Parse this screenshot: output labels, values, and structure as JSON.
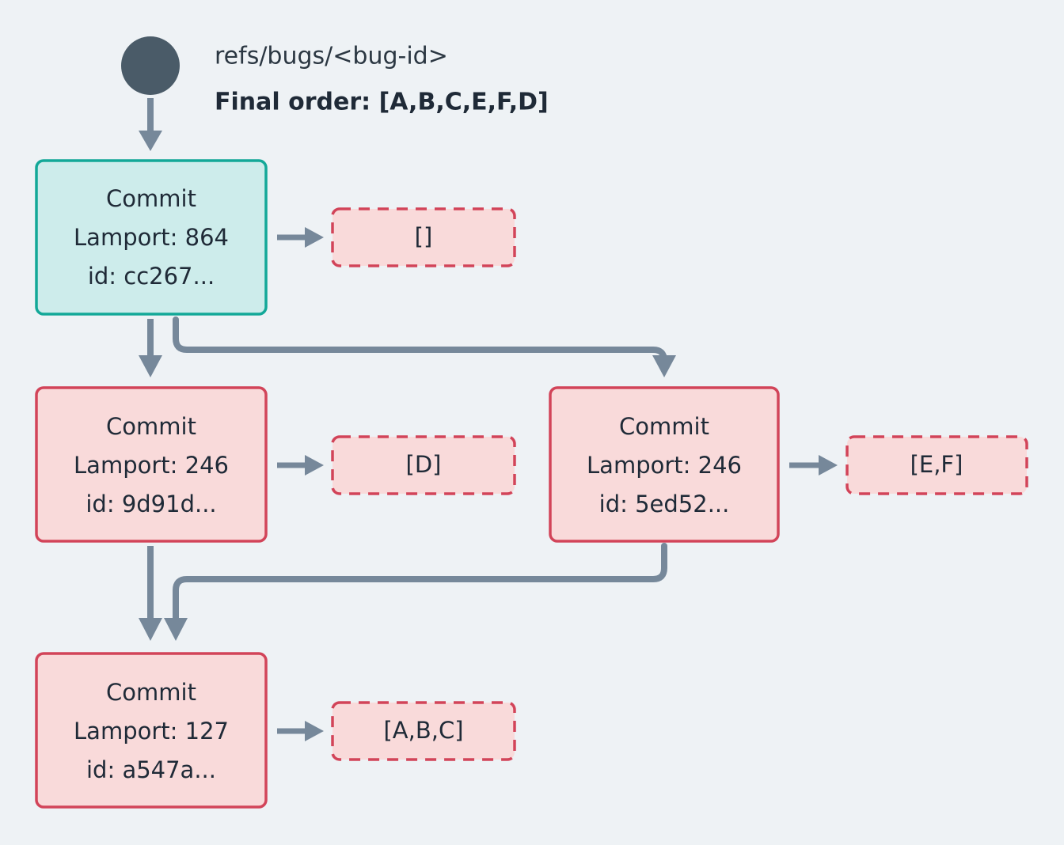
{
  "diagram": {
    "title_ref": "refs/bugs/<bug-id>",
    "final_order": "Final order: [A,B,C,E,F,D]",
    "root_node_name": "root-ref-node",
    "colors": {
      "background": "#eef2f5",
      "root_circle": "#4a5b68",
      "edge": "#76889a",
      "teal_fill": "#cdeceb",
      "teal_border": "#13a898",
      "pink_fill": "#f9dada",
      "pink_border": "#d24459",
      "text": "#1f2a37"
    },
    "nodes": [
      {
        "id": "commit-cc267",
        "label": "Commit",
        "lamport": "Lamport: 864",
        "commit_id": "id: cc267...",
        "style": "teal",
        "payload": "[]"
      },
      {
        "id": "commit-9d91d",
        "label": "Commit",
        "lamport": "Lamport: 246",
        "commit_id": "id: 9d91d...",
        "style": "pink",
        "payload": "[D]"
      },
      {
        "id": "commit-5ed52",
        "label": "Commit",
        "lamport": "Lamport: 246",
        "commit_id": "id: 5ed52...",
        "style": "pink",
        "payload": "[E,F]"
      },
      {
        "id": "commit-a547a",
        "label": "Commit",
        "lamport": "Lamport: 127",
        "commit_id": "id: a547a...",
        "style": "pink",
        "payload": "[A,B,C]"
      }
    ]
  }
}
